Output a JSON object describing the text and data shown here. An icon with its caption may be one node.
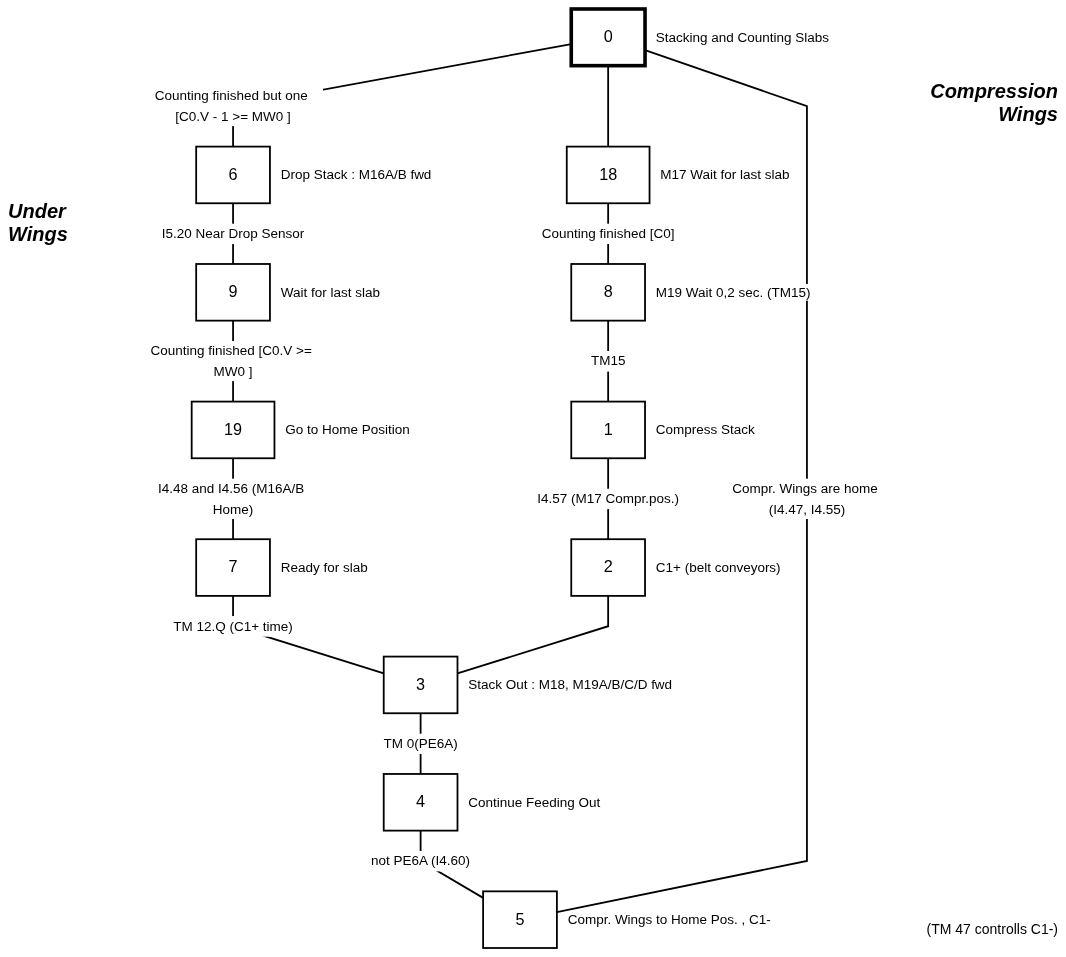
{
  "diagram": {
    "nodes": [
      {
        "text": [
          "0"
        ],
        "beside": [
          "Stacking and Counting Slabs"
        ]
      },
      {
        "text": [
          "6"
        ],
        "beside": [
          "Drop Stack : M16A/B fwd"
        ]
      },
      {
        "text": [
          "18"
        ],
        "beside": [
          "M17 Wait for last slab"
        ]
      },
      {
        "text": [
          "9"
        ],
        "beside": [
          "Wait for last slab"
        ]
      },
      {
        "text": [
          "8"
        ],
        "beside": [
          "M19 Wait 0,2 sec. (TM15)"
        ]
      },
      {
        "text": [
          "19"
        ],
        "beside": [
          "Go to Home Position"
        ]
      },
      {
        "text": [
          "1"
        ],
        "beside": [
          "Compress Stack"
        ]
      },
      {
        "text": [
          "7"
        ],
        "beside": [
          "Ready for slab"
        ]
      },
      {
        "text": [
          "2"
        ],
        "beside": [
          "C1+ (belt conveyors)"
        ]
      },
      {
        "text": [
          "3"
        ],
        "beside": [
          "Stack Out : M18, M19A/B/C/D fwd"
        ]
      },
      {
        "text": [
          "4"
        ],
        "beside": [
          "Continue Feeding Out"
        ]
      },
      {
        "text": [
          "5"
        ],
        "beside": [
          "Compr. Wings to Home Pos. , C1-"
        ]
      }
    ],
    "edges": [
      {
        "from": 0,
        "to": 1,
        "arrow": "none",
        "label": "Counting finished but one [C0.V - 1 >= MW0 ]"
      },
      {
        "from": 0,
        "to": 2,
        "arrow": "none"
      },
      {
        "from": 1,
        "to": 3,
        "arrow": "none",
        "label": "I5.20 Near Drop Sensor"
      },
      {
        "from": 3,
        "to": 5,
        "arrow": "none",
        "label": "Counting finished [C0.V >= MW0 ]"
      },
      {
        "from": 5,
        "to": 7,
        "arrow": "none",
        "label": "I4.48 and I4.56 (M16A/B Home)"
      },
      {
        "from": 2,
        "to": 4,
        "arrow": "none",
        "label": "Counting finished [C0]"
      },
      {
        "from": 4,
        "to": 6,
        "arrow": "none",
        "label": "TM15"
      },
      {
        "from": 6,
        "to": 8,
        "arrow": "none",
        "label": "I4.57 (M17 Compr.pos.)"
      },
      {
        "from": 7,
        "to": 9,
        "arrow": "none",
        "label": "TM 12.Q (C1+ time)"
      },
      {
        "from": 8,
        "to": 9,
        "arrow": "none"
      },
      {
        "from": 9,
        "to": 10,
        "arrow": "none",
        "label": "TM 0(PE6A)"
      },
      {
        "from": 10,
        "to": 11,
        "arrow": "none",
        "label": "not PE6A (I4.60)"
      },
      {
        "from": 11,
        "to": 0,
        "arrow": "none",
        "label": "Compr. Wings are home (I4.47, I4.55)"
      }
    ],
    "labels": [
      "Compression Wings",
      "Under Wings",
      "(TM 47 controlls C1-)"
    ]
  }
}
